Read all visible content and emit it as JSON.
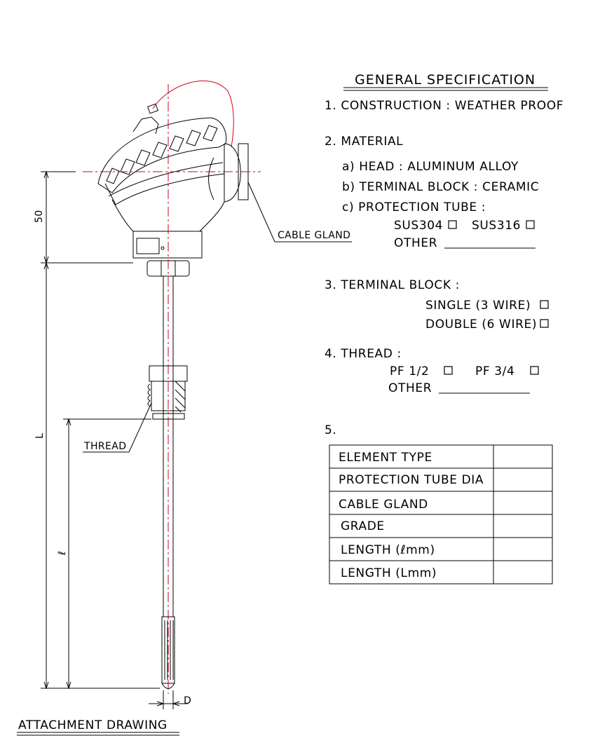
{
  "spec": {
    "title": "GENERAL SPECIFICATION",
    "s1": "1. CONSTRUCTION : WEATHER PROOF",
    "s2": "2. MATERIAL",
    "s2a": "a) HEAD : ALUMINUM ALLOY",
    "s2b": "b) TERMINAL BLOCK : CERAMIC",
    "s2c": "c) PROTECTION TUBE :",
    "sus304": "SUS304",
    "sus316": "SUS316",
    "other": "OTHER",
    "s3": "3. TERMINAL BLOCK :",
    "single": "SINGLE (3 WIRE)",
    "double": "DOUBLE (6 WIRE)",
    "s4": "4. THREAD :",
    "pf12": "PF 1/2",
    "pf34": "PF 3/4",
    "other2": "OTHER",
    "s5": "5."
  },
  "table": {
    "rows": [
      "ELEMENT TYPE",
      "PROTECTION TUBE DIA",
      "CABLE GLAND",
      "GRADE",
      "LENGTH (ℓmm)",
      "LENGTH (Lmm)"
    ]
  },
  "drawing": {
    "dim_50": "50",
    "dim_L": "L",
    "dim_l": "ℓ",
    "dim_D": "D",
    "cable_gland": "CABLE GLAND",
    "thread": "THREAD",
    "caption": "ATTACHMENT DRAWING"
  },
  "colors": {
    "line": "#000000",
    "centerline": "#d0021b",
    "background": "#ffffff"
  }
}
